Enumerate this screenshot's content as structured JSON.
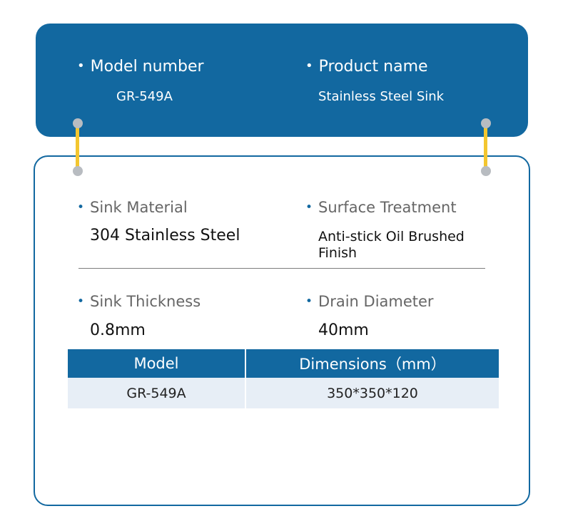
{
  "header": {
    "model_number": {
      "label": "Model number",
      "value": "GR-549A"
    },
    "product_name": {
      "label": "Product name",
      "value": "Stainless Steel Sink"
    }
  },
  "specs": {
    "sink_material": {
      "label": "Sink Material",
      "value": "304 Stainless Steel"
    },
    "surface_treatment": {
      "label": "Surface Treatment",
      "value": "Anti-stick Oil Brushed Finish"
    },
    "sink_thickness": {
      "label": "Sink Thickness",
      "value": "0.8mm"
    },
    "drain_diameter": {
      "label": "Drain Diameter",
      "value": "40mm"
    }
  },
  "table": {
    "headers": [
      "Model",
      "Dimensions（mm）"
    ],
    "rows": [
      [
        "GR-549A",
        "350*350*120"
      ]
    ]
  },
  "colors": {
    "primary": "#1268a0",
    "accent": "#f3c62f",
    "table_row": "#e7eef6"
  }
}
